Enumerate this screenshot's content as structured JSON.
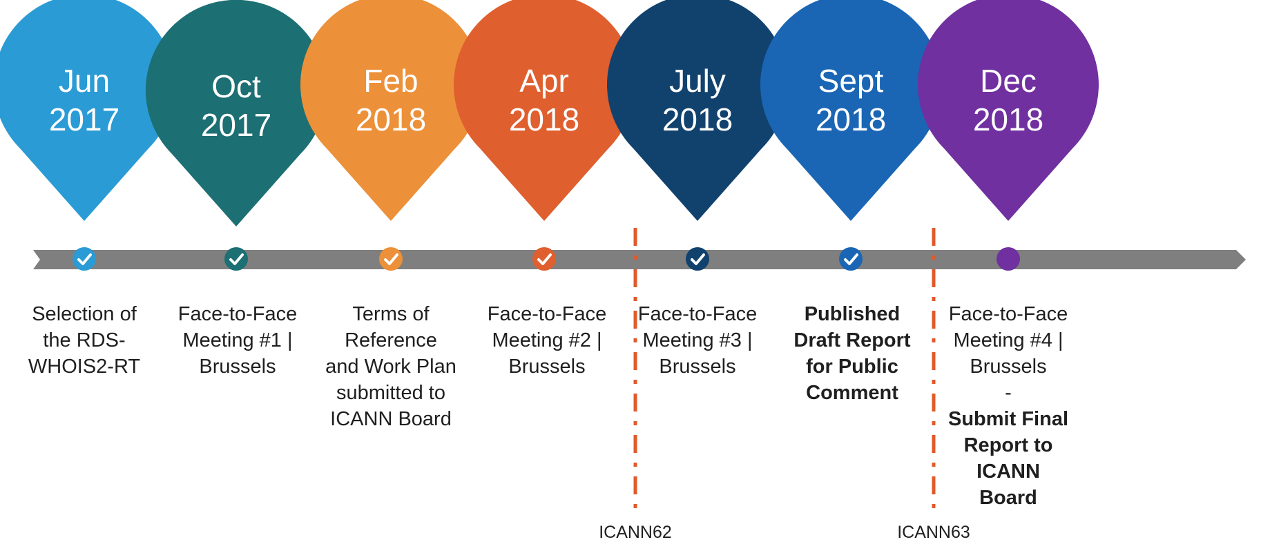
{
  "colors": {
    "axis": "#7f7f7f",
    "marker_line": "#e05a2b"
  },
  "milestones": [
    {
      "month": "Jun",
      "year": "2017",
      "color": "#2a9bd5",
      "desc": "Selection of the RDS-WHOIS2-RT",
      "desc_bold": "",
      "done": true
    },
    {
      "month": "Oct",
      "year": "2017",
      "color": "#1c6f73",
      "desc": "Face-to-Face Meeting #1 | Brussels",
      "desc_bold": "",
      "done": true
    },
    {
      "month": "Feb",
      "year": "2018",
      "color": "#ec9039",
      "desc": "Terms of Reference and Work Plan submitted to ICANN Board",
      "desc_bold": "",
      "done": true
    },
    {
      "month": "Apr",
      "year": "2018",
      "color": "#df5f2f",
      "desc": "Face-to-Face Meeting #2 | Brussels",
      "desc_bold": "",
      "done": true
    },
    {
      "month": "July",
      "year": "2018",
      "color": "#11426d",
      "desc": "Face-to-Face Meeting #3 | Brussels",
      "desc_bold": "",
      "done": true
    },
    {
      "month": "Sept",
      "year": "2018",
      "color": "#1a66b4",
      "desc": "",
      "desc_bold": "Published Draft Report for Public Comment",
      "done": true
    },
    {
      "month": "Dec",
      "year": "2018",
      "color": "#7030a0",
      "desc": "Face-to-Face Meeting #4 | Brussels\n-",
      "desc_bold": "Submit Final Report to ICANN Board",
      "done": false
    }
  ],
  "meetings": [
    {
      "label": "ICANN62"
    },
    {
      "label": "ICANN63"
    }
  ]
}
